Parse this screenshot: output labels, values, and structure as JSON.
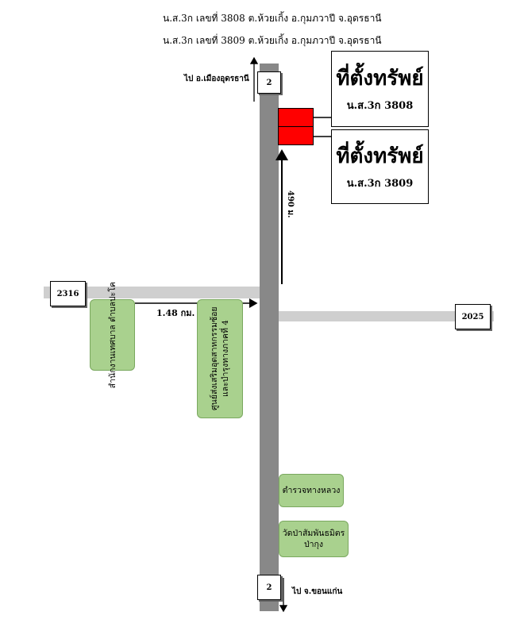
{
  "header": {
    "line1": "น.ส.3ก เลขที่ 3808 ต.ห้วยเกิ้ง อ.กุมภวาปี จ.อุดรธานี",
    "line2": "น.ส.3ก เลขที่ 3809 ต.ห้วยเกิ้ง อ.กุมภวาปี จ.อุดรธานี"
  },
  "directions": {
    "north": "ไป อ.เมืองอุดรธานี",
    "south": "ไป จ.ขอนแก่น"
  },
  "roads": {
    "main_top": "2",
    "main_bottom": "2",
    "west": "2316",
    "east": "2025"
  },
  "properties": [
    {
      "title": "ที่ตั้งทรัพย์",
      "deed": "น.ส.3ก 3808"
    },
    {
      "title": "ที่ตั้งทรัพย์",
      "deed": "น.ส.3ก 3809"
    }
  ],
  "distances": {
    "to_property": "490 ม.",
    "from_office": "1.48 กม."
  },
  "landmarks": {
    "municipal_office": "สำนักงานเทศบาล ตำบลปะโค",
    "agri_center": "ศูนย์ส่งเสริมอุตสาหกรรมซ้อย และบำรุงทางภาคที่ 4",
    "highway_police": "ตำรวจทางหลวง",
    "temple": "วัดป่าสัมพันธมิตร ป่ากุง"
  },
  "colors": {
    "main_road": "#888888",
    "side_road": "#cfcfcf",
    "plot": "#ff0000",
    "landmark": "#a9d18e"
  }
}
